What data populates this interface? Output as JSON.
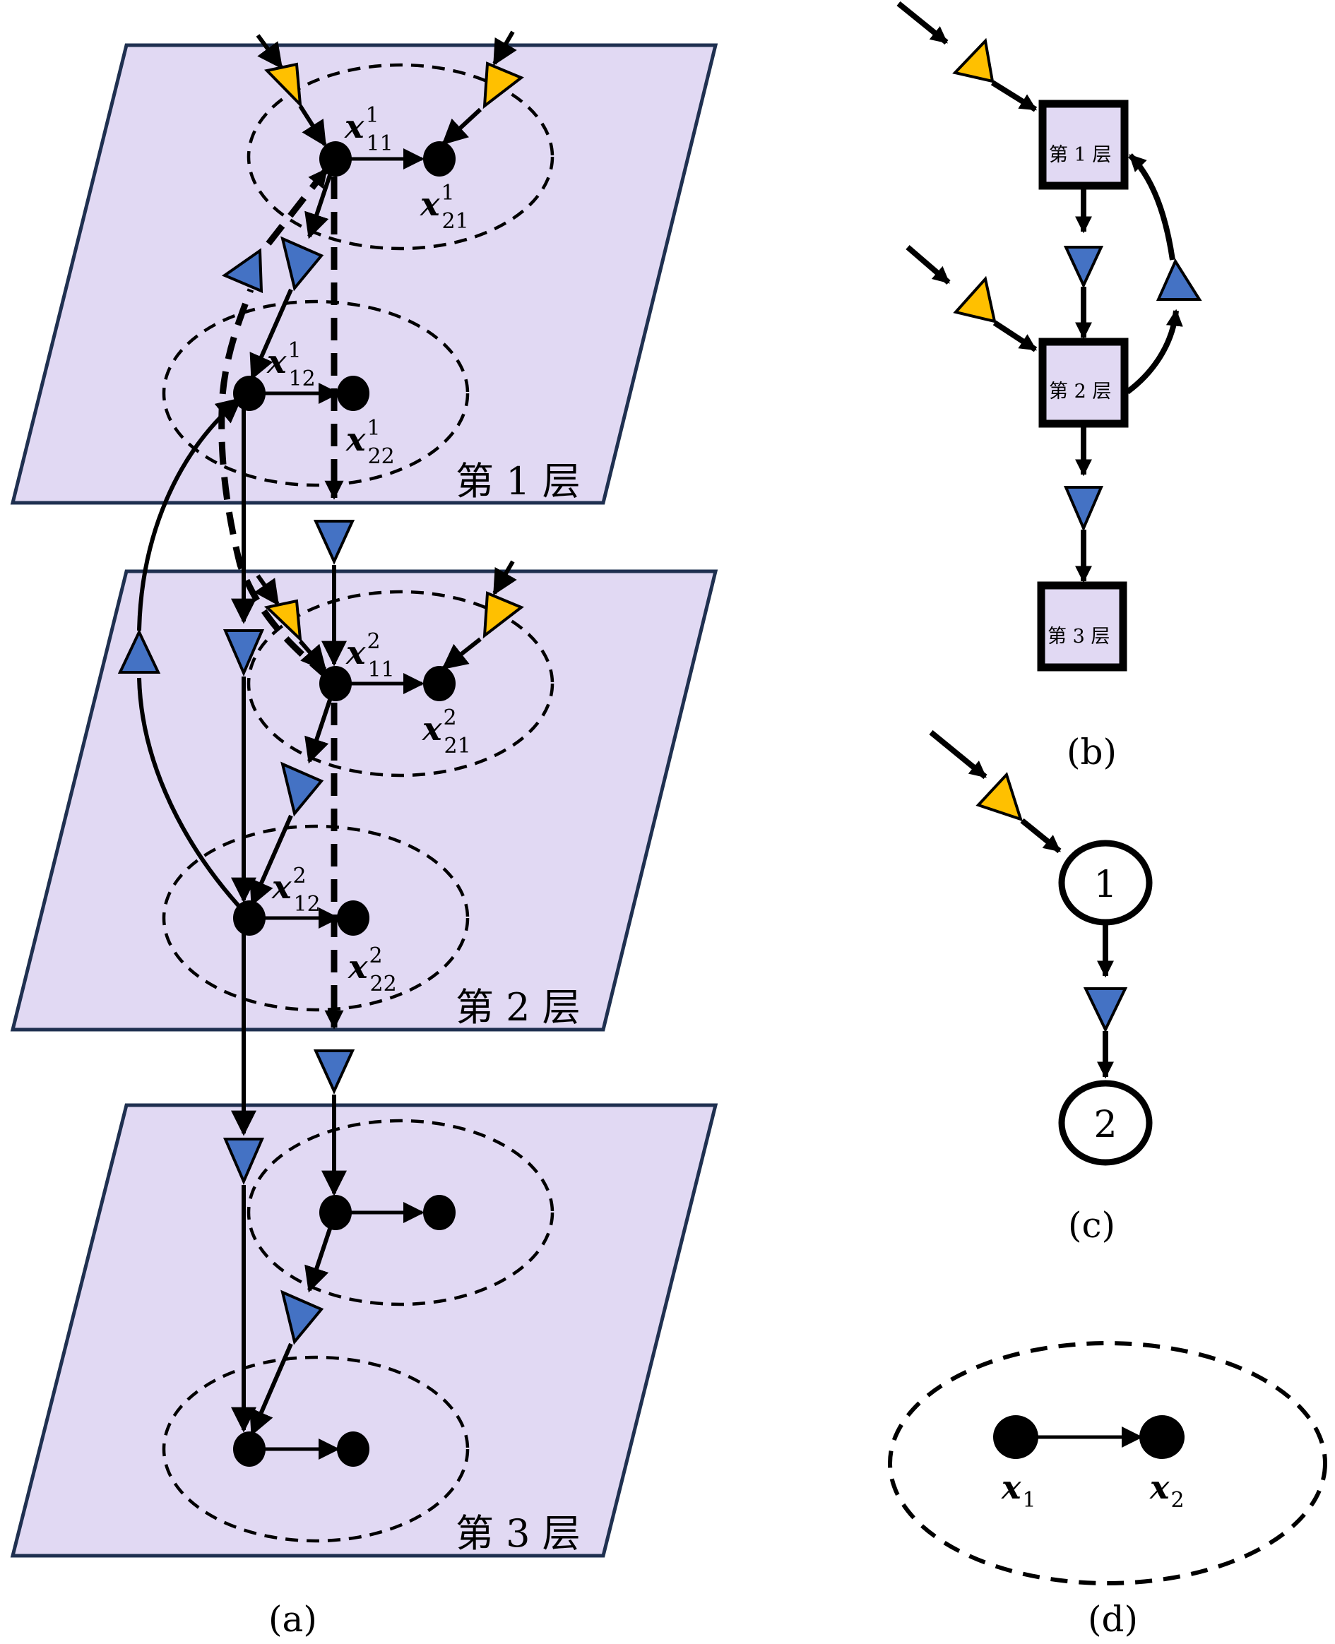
{
  "colors": {
    "plane_fill": "#e1d9f3",
    "plane_border": "#1f3050",
    "blue_triangle": "#4472c4",
    "yellow_triangle": "#ffc000"
  },
  "panel_a": {
    "caption": "(a)",
    "layers": [
      {
        "label": "第 1 层",
        "nodes": [
          {
            "id": "x11",
            "base": "x",
            "sub": "11",
            "sup": "1"
          },
          {
            "id": "x21",
            "base": "x",
            "sub": "21",
            "sup": "1"
          },
          {
            "id": "x12",
            "base": "x",
            "sub": "12",
            "sup": "1"
          },
          {
            "id": "x22",
            "base": "x",
            "sub": "22",
            "sup": "1"
          }
        ]
      },
      {
        "label": "第 2 层",
        "nodes": [
          {
            "id": "x11",
            "base": "x",
            "sub": "11",
            "sup": "2"
          },
          {
            "id": "x21",
            "base": "x",
            "sub": "21",
            "sup": "2"
          },
          {
            "id": "x12",
            "base": "x",
            "sub": "12",
            "sup": "2"
          },
          {
            "id": "x22",
            "base": "x",
            "sub": "22",
            "sup": "2"
          }
        ]
      },
      {
        "label": "第 3 层",
        "nodes": []
      }
    ]
  },
  "panel_b": {
    "caption": "(b)",
    "boxes": [
      "第 1 层",
      "第 2 层",
      "第 3 层"
    ]
  },
  "panel_c": {
    "caption": "(c)",
    "nodes": [
      "1",
      "2"
    ]
  },
  "panel_d": {
    "caption": "(d)",
    "nodes": [
      {
        "base": "x",
        "sub": "1"
      },
      {
        "base": "x",
        "sub": "2"
      }
    ]
  }
}
